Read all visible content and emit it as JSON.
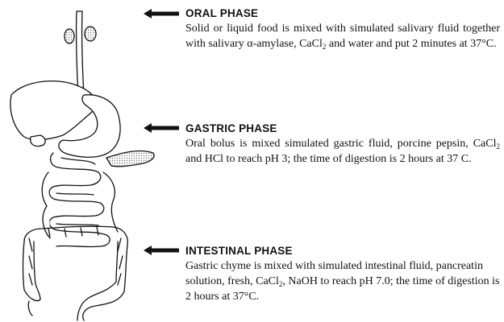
{
  "phases": [
    {
      "title": "ORAL PHASE",
      "text_1": "Solid or liquid food is mixed with simulated salivary fluid together with salivary α-amylase, CaCl",
      "sub_1": "2",
      "text_2": " and water and put 2 minutes at 37°C."
    },
    {
      "title": "GASTRIC PHASE",
      "text_1": "Oral bolus is mixed simulated gastric fluid, porcine pepsin, CaCl",
      "sub_1": "2",
      "text_2": " and HCl to reach pH 3; the time of digestion is 2 hours at 37 C."
    },
    {
      "title": "INTESTINAL PHASE",
      "text_1": "Gastric chyme is mixed with simulated intestinal fluid, pancreatin solution, fresh, CaCl",
      "sub_1": "2",
      "text_2": ", NaOH to reach pH 7.0; the time of digestion is 2 hours at 37°C."
    }
  ],
  "colors": {
    "ink": "#111111",
    "fill": "#ffffff",
    "stipple": "#8a8a8a"
  }
}
